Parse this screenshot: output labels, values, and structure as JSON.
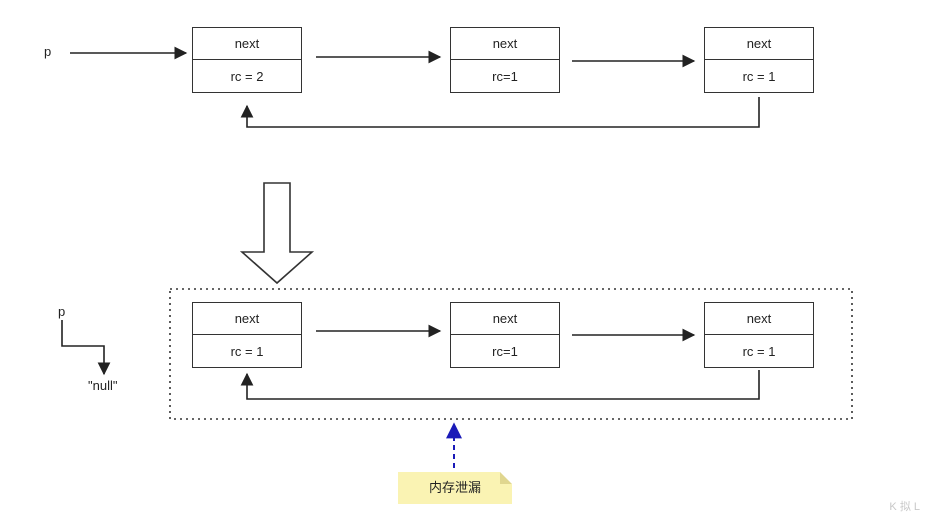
{
  "top": {
    "pointer_label": "p",
    "nodes": [
      {
        "field": "next",
        "count": "rc = 2"
      },
      {
        "field": "next",
        "count": "rc=1"
      },
      {
        "field": "next",
        "count": "rc = 1"
      }
    ]
  },
  "bottom": {
    "pointer_label": "p",
    "null_label": "\"null\"",
    "nodes": [
      {
        "field": "next",
        "count": "rc = 1"
      },
      {
        "field": "next",
        "count": "rc=1"
      },
      {
        "field": "next",
        "count": "rc = 1"
      }
    ]
  },
  "note": {
    "text": "内存泄漏"
  },
  "watermark": "K 拟 L"
}
